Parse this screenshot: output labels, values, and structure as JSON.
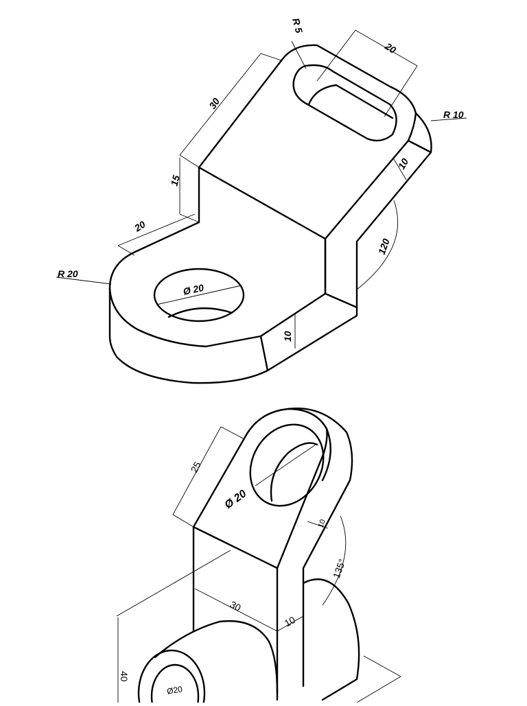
{
  "drawing_1": {
    "dims": {
      "r5": "R 5",
      "w20_top": "20",
      "r10": "R 10",
      "len30": "30",
      "t10_side": "10",
      "h15": "15",
      "w20_base": "20",
      "angle120": "120",
      "r20": "R 20",
      "dia20": "Ø 20",
      "t10_base": "10"
    }
  },
  "drawing_2": {
    "dims": {
      "h25": "25",
      "dia20": "Ø 20",
      "t10_upper": "10",
      "angle135": "135°",
      "w30": "30",
      "t10_lower": "10",
      "h40": "40",
      "dia20_small": "Ø20"
    }
  }
}
